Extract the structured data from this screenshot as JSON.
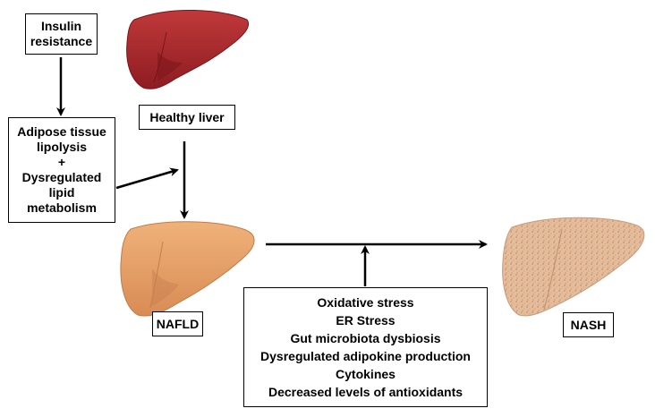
{
  "boxes": {
    "insulin_resistance": [
      "Insulin",
      "resistance"
    ],
    "adipose_lipolysis": [
      "Adipose tissue",
      "lipolysis",
      "+",
      "Dysregulated",
      "lipid",
      "metabolism"
    ],
    "healthy_liver_label": "Healthy liver",
    "nafld_label": "NAFLD",
    "nash_label": "NASH",
    "factors": [
      "Oxidative stress",
      "ER Stress",
      "Gut microbiota dysbiosis",
      "Dysregulated adipokine production",
      "Cytokines",
      "Decreased levels of antioxidants"
    ]
  },
  "colors": {
    "healthy_liver": "#a8262b",
    "nafld_liver": "#e3a068",
    "nash_liver": "#e0b896",
    "stroke": "#000000"
  },
  "icons": {
    "healthy_liver": "liver-illustration-healthy",
    "nafld_liver": "liver-illustration-fatty",
    "nash_liver": "liver-illustration-fibrotic"
  }
}
